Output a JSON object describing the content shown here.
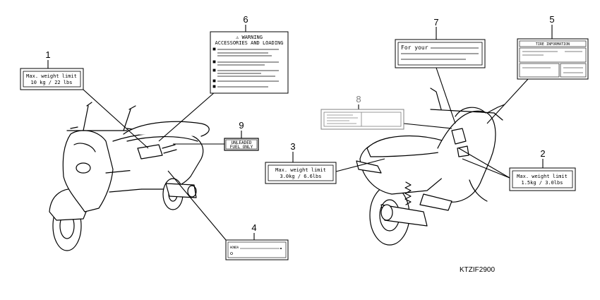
{
  "callouts": [
    {
      "id": "1",
      "text_lines": [
        "Max. weight limit",
        "10 kg  /  22 lbs"
      ]
    },
    {
      "id": "2",
      "text_lines": [
        "Max. weight limit",
        "1.5kg  / 3.0lbs"
      ]
    },
    {
      "id": "3",
      "text_lines": [
        "Max. weight limit",
        "3.0kg  / 6.6lbs"
      ]
    },
    {
      "id": "4",
      "text_lines": [
        "HONDA"
      ]
    },
    {
      "id": "5",
      "text_lines": [
        "TIRE INFORMATION"
      ]
    },
    {
      "id": "6",
      "text_lines": [
        "⚠ WARNING",
        "ACCESSORIES AND LOADING"
      ]
    },
    {
      "id": "7",
      "text_lines": [
        "For your"
      ]
    },
    {
      "id": "8",
      "text_lines": []
    },
    {
      "id": "9",
      "text_lines": [
        "UNLEADED",
        "FUEL ONLY"
      ]
    }
  ],
  "figure_code": "KTZIF2900"
}
